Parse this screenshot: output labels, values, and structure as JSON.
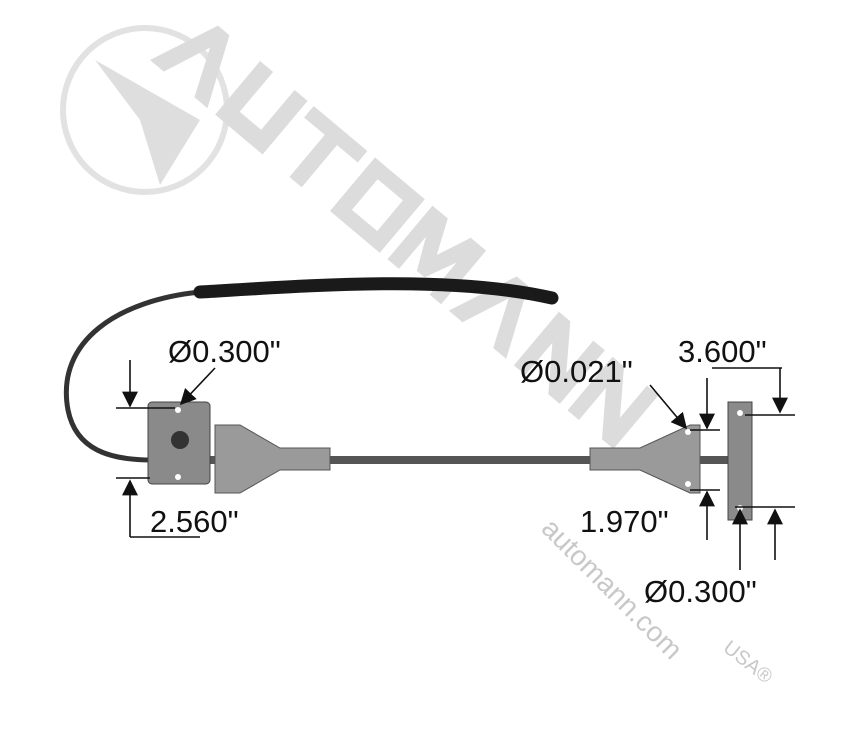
{
  "watermark": {
    "brand": "AUTOMANN",
    "url": "automann.com",
    "region": "USA",
    "registered": "®"
  },
  "dimensions": {
    "left_hole_diameter": "Ø0.300\"",
    "left_hole_spacing": "2.560\"",
    "right_small_hole_diameter": "Ø0.021\"",
    "right_plate_spacing": "3.600\"",
    "right_hole_spacing": "1.970\"",
    "right_hole_diameter": "Ø0.300\""
  },
  "colors": {
    "metal": "#8a8a8a",
    "cable": "#1a1a1a",
    "watermark": "#d6d6d6"
  }
}
